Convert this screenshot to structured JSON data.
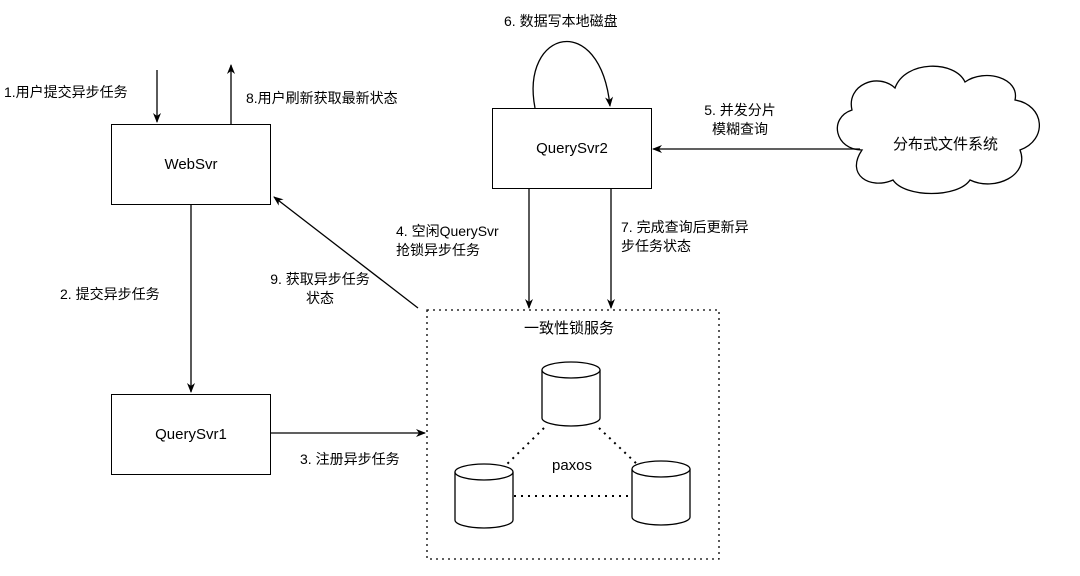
{
  "diagram": {
    "nodes": {
      "websvr": "WebSvr",
      "querysvr1": "QuerySvr1",
      "querysvr2": "QuerySvr2",
      "dfs": "分布式文件系统",
      "lock_service": "一致性锁服务",
      "paxos": "paxos"
    },
    "edges": {
      "e1": "1.用户提交异步任务",
      "e2": "2. 提交异步任务",
      "e3": "3. 注册异步任务",
      "e4_line1": "4. 空闲QuerySvr",
      "e4_line2": "抢锁异步任务",
      "e5_line1": "5. 并发分片",
      "e5_line2": "模糊查询",
      "e6": "6. 数据写本地磁盘",
      "e7_line1": "7. 完成查询后更新异",
      "e7_line2": "步任务状态",
      "e8": "8.用户刷新获取最新状态",
      "e9_line1": "9. 获取异步任务",
      "e9_line2": "状态"
    }
  }
}
